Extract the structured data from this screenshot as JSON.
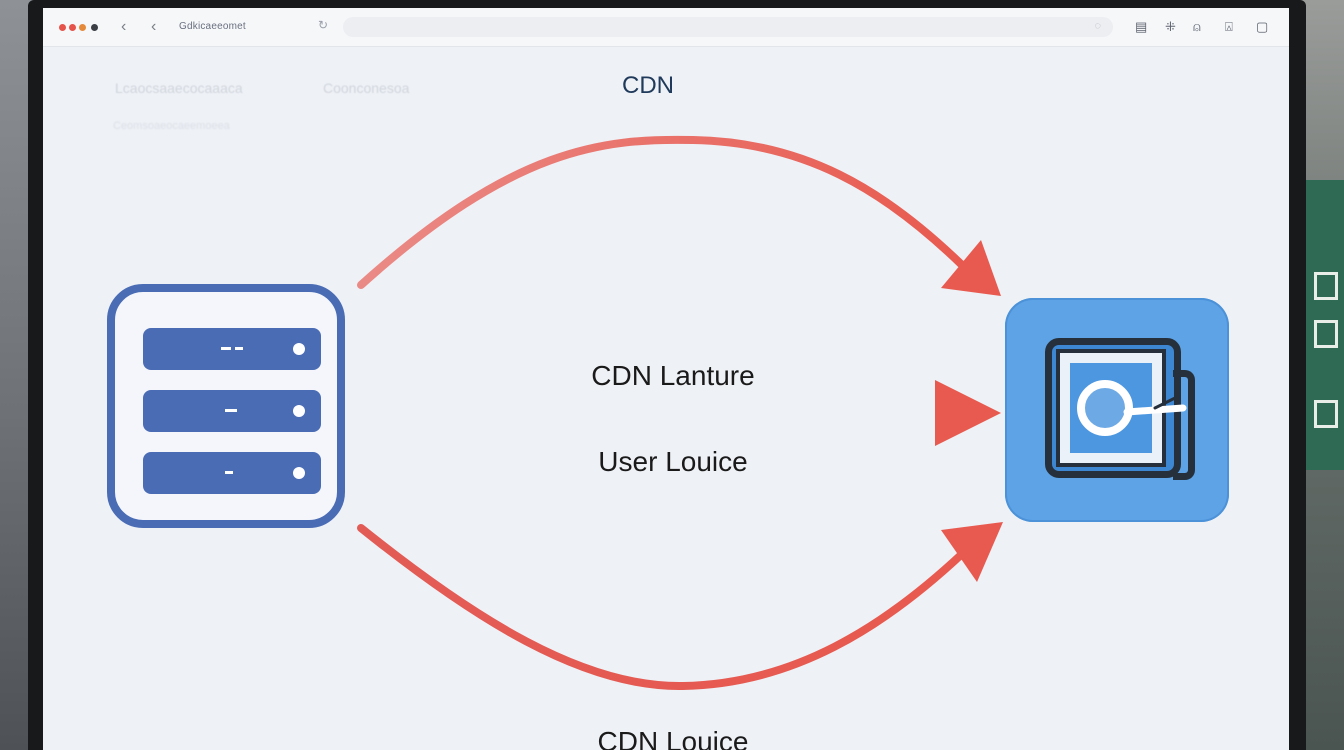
{
  "browser": {
    "tab_title": "Gdkicaeeomet",
    "toolbar_icons": [
      "window-dots",
      "back-chevron",
      "forward-chevron",
      "refresh-icon",
      "bookmark-icon",
      "settings-icon",
      "account-icon",
      "bell-icon",
      "window-square-icon"
    ]
  },
  "page": {
    "faded_nav": [
      "Lcaocsaaecocaaaca",
      "Coonconesoa"
    ],
    "faded_sub": "Ceomsoaeocaeemoeea",
    "title": "CDN"
  },
  "diagram": {
    "label_middle_top": "CDN Lanture",
    "label_middle_bottom": "User Louice",
    "label_bottom": "CDN Louice",
    "colors": {
      "arrow": "#ea5a4f",
      "server": "#4a6cb5",
      "client": "#5da3e6"
    },
    "icons": [
      "server-icon",
      "client-app-icon"
    ]
  }
}
